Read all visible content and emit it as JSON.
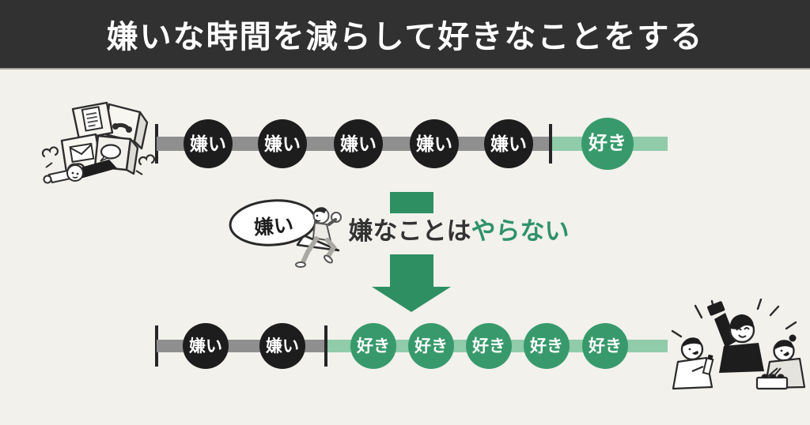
{
  "header": {
    "title": "嫌いな時間を減らして好きなことをする"
  },
  "before_timeline": {
    "dislike_labels": [
      "嫌い",
      "嫌い",
      "嫌い",
      "嫌い",
      "嫌い"
    ],
    "like_labels": [
      "好き"
    ]
  },
  "transition": {
    "bubble_label": "嫌い",
    "statement_prefix": "嫌なことは",
    "statement_emphasis": "やらない"
  },
  "after_timeline": {
    "dislike_labels": [
      "嫌い",
      "嫌い"
    ],
    "like_labels": [
      "好き",
      "好き",
      "好き",
      "好き",
      "好き"
    ]
  },
  "icons": {
    "overworked": "overworked-person-under-task-boxes-illustration",
    "running": "running-person-throwing-away-dislike-illustration",
    "celebrating": "celebrating-people-illustration",
    "down_arrow": "down-arrow-icon",
    "speech_bubble": "speech-bubble"
  },
  "colors": {
    "background": "#f2f1ec",
    "header_bg": "#313131",
    "header_text": "#ffffff",
    "dislike_circle": "#1d1d1d",
    "like_circle": "#389a6c",
    "dislike_bar": "#8f8f8f",
    "like_bar": "#90cbaa",
    "arrow": "#2e8f63",
    "statement_text": "#333333",
    "statement_emphasis": "#2f9268"
  }
}
